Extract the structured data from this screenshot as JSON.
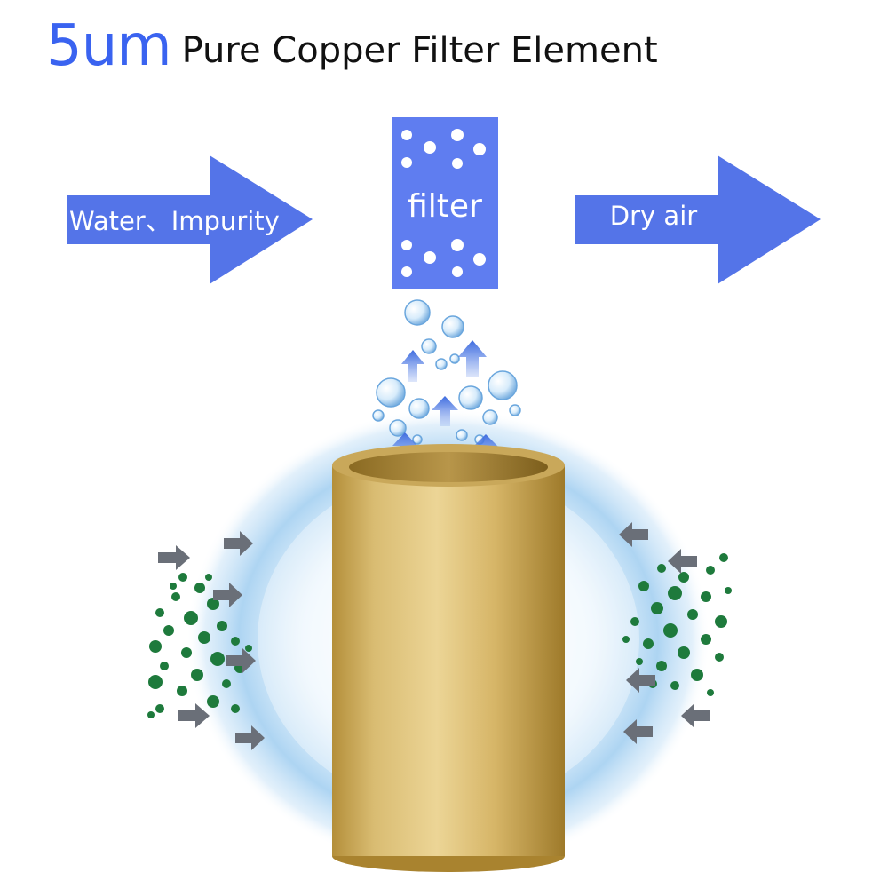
{
  "title": {
    "size": "5um",
    "text": "Pure Copper Filter Element"
  },
  "flow": {
    "input_label": "Water、Impurity",
    "filter_label": "filter",
    "output_label": "Dry air"
  },
  "colors": {
    "title_accent": "#3a63f0",
    "arrow": "#5474e8",
    "filter_panel": "#5f7df0",
    "copper_light": "#e7cf8f",
    "copper_dark": "#a9832f",
    "impurity": "#1e7a3c",
    "halo": "#7bbbe8"
  },
  "icons": [
    "right-arrow-icon",
    "filter-panel-icon",
    "bubble-icon",
    "up-arrow-icon",
    "impurity-particle-icon",
    "copper-filter-cylinder"
  ]
}
